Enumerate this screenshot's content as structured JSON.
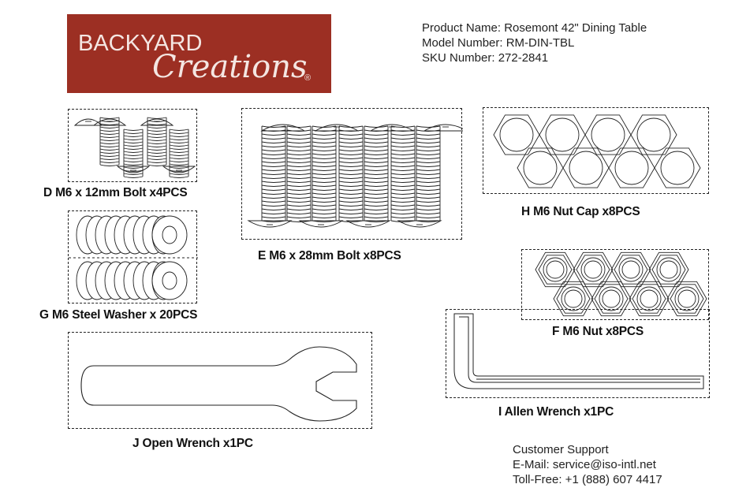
{
  "header": {
    "brand_top": "BACKYARD",
    "brand_script": "Creations",
    "registered": "®",
    "product_name": "Product Name: Rosemont 42\" Dining Table",
    "model_number": "Model Number: RM-DIN-TBL",
    "sku_number": "SKU Number: 272-2841"
  },
  "parts": {
    "d_caption": "D   M6 x 12mm Bolt x4PCS",
    "e_caption": "E   M6 x 28mm Bolt  x8PCS",
    "h_caption": "H   M6 Nut Cap x8PCS",
    "g_caption": "G   M6 Steel Washer x 20PCS",
    "f_caption": "F   M6 Nut  x8PCS",
    "i_caption": "I  Allen Wrench  x1PC",
    "j_caption": "J  Open Wrench  x1PC"
  },
  "support": {
    "title": "Customer Support",
    "email": "E-Mail: service@iso-intl.net",
    "phone": "Toll-Free: +1 (888) 607 4417"
  },
  "colors": {
    "brand_background": "#9c2f23",
    "line": "#222222"
  }
}
